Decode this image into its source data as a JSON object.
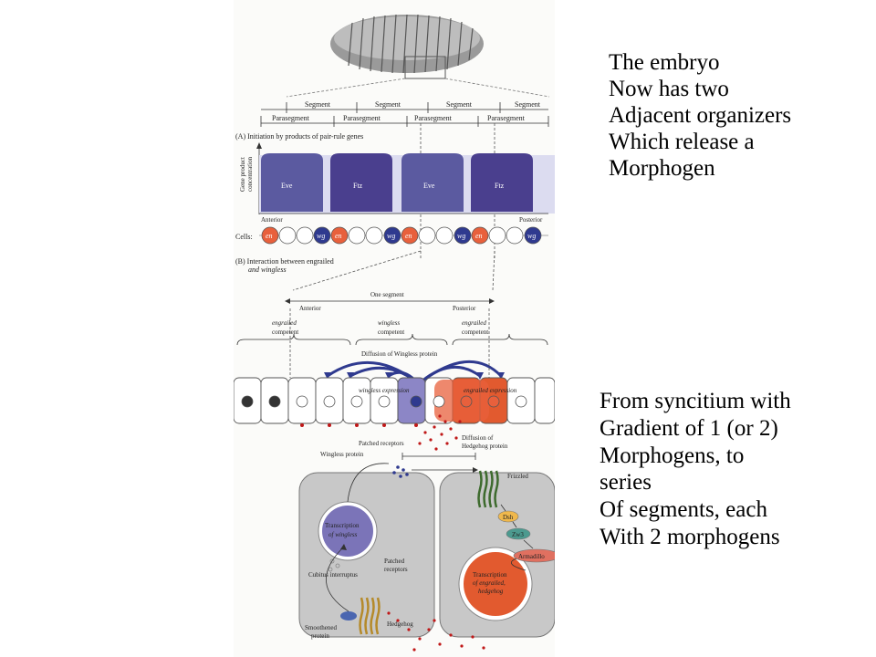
{
  "right_text_top": [
    "The embryo",
    "Now has two",
    "Adjacent organizers",
    "Which release a",
    "Morphogen"
  ],
  "right_text_bottom": [
    "From syncitium with",
    "Gradient of 1 (or 2)",
    "Morphogens, to",
    "series",
    "Of segments, each",
    "With 2 morphogens"
  ],
  "figure": {
    "segment_labels": [
      "Segment",
      "Segment",
      "Segment",
      "Segment"
    ],
    "parasegment_labels": [
      "Parasegment",
      "Parasegment",
      "Parasegment",
      "Parasegment"
    ],
    "panel_a_title": "(A)  Initiation by products of pair-rule genes",
    "y_axis_label_1": "Gene product",
    "y_axis_label_2": "concentration",
    "peaks": [
      "Eve",
      "Ftz",
      "Eve",
      "Ftz"
    ],
    "anterior": "Anterior",
    "posterior": "Posterior",
    "cells_label": "Cells:",
    "cell_en": "en",
    "cell_wg": "wg",
    "panel_b_title_1": "(B)  Interaction between engrailed",
    "panel_b_title_2": "and wingless",
    "one_segment": "One segment",
    "b_anterior": "Anterior",
    "b_posterior": "Posterior",
    "engrailed_competent_1": "engrailed",
    "competent": "competent",
    "wingless_competent_1": "wingless",
    "diffusion_wingless": "Diffusion of Wingless protein",
    "wingless_expression": "wingless expression",
    "engrailed_expression": "engrailed expression",
    "patched_receptors": "Patched receptors",
    "diffusion_hedgehog_1": "Diffusion of",
    "diffusion_hedgehog_2": "Hedgehog protein",
    "wingless_protein": "Wingless protein",
    "frizzled": "Frizzled",
    "dsh": "Dsh",
    "zw3": "Zw3",
    "armadillo": "Armadillo",
    "transcription_of": "Transcription",
    "of_wingless": "of wingless",
    "transcription_of_2": "Transcription",
    "of_engrailed": "of engrailed,",
    "hedgehog_it": "hedgehog",
    "cubitus": "Cubitus interruptus",
    "patched_2a": "Patched",
    "patched_2b": "receptors",
    "hedgehog": "Hedgehog",
    "smoothened_1": "Smoothened",
    "smoothened_2": "protein"
  },
  "colors": {
    "eve": "#5b5aa0",
    "ftz": "#4a3f8e",
    "en_cell": "#e8603c",
    "wg_cell": "#2f3a8f",
    "engrailed_tissue": "#e25a2f",
    "wingless_tissue": "#8c86c6",
    "cell_gray": "#cfcfcf"
  }
}
